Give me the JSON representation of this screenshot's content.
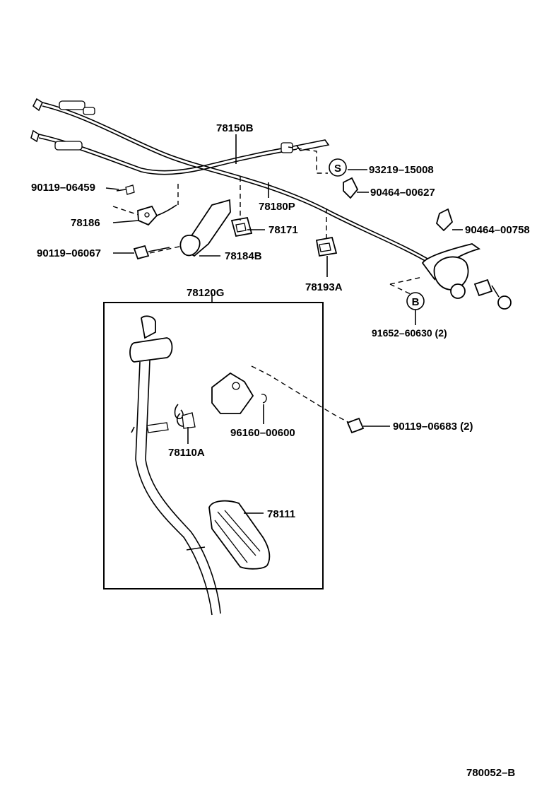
{
  "labels": {
    "p78150B": "78150B",
    "p93219": "93219–15008",
    "p90464_00627": "90464–00627",
    "p90119_06459": "90119–06459",
    "p78180P": "78180P",
    "p90464_00758": "90464–00758",
    "p78186": "78186",
    "p78171": "78171",
    "p90119_06067": "90119–06067",
    "p78184B": "78184B",
    "p78193A": "78193A",
    "p78120G": "78120G",
    "p91652": "91652–60630 (2)",
    "p96160": "96160–00600",
    "p90119_06683": "90119–06683 (2)",
    "p78110A": "78110A",
    "p78111": "78111",
    "circle_s": "S",
    "circle_b": "B",
    "figure_code": "780052–B"
  }
}
